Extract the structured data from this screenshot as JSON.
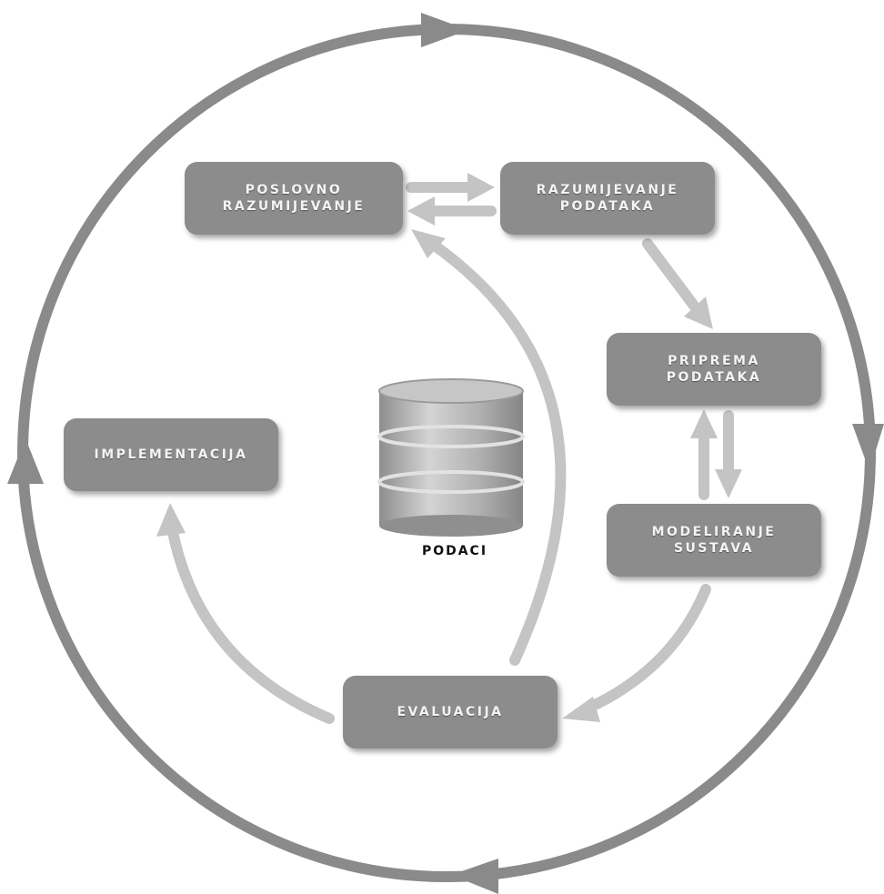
{
  "colors": {
    "outer_cycle": "#8a8a8a",
    "inner_arrows": "#c4c4c4",
    "box_fill": "#8c8c8c",
    "box_text": "#f4f4f4",
    "database": "#a9a9a9"
  },
  "phases": {
    "business_understanding": {
      "line1": "POSLOVNO",
      "line2": "RAZUMIJEVANJE"
    },
    "data_understanding": {
      "line1": "RAZUMIJEVANJE",
      "line2": "PODATAKA"
    },
    "data_preparation": {
      "line1": "PRIPREMA",
      "line2": "PODATAKA"
    },
    "modeling": {
      "line1": "MODELIRANJE",
      "line2": "SUSTAVA"
    },
    "evaluation": {
      "label": "EVALUACIJA"
    },
    "deployment": {
      "label": "IMPLEMENTACIJA"
    }
  },
  "center": {
    "label": "PODACI",
    "icon": "database-icon"
  }
}
